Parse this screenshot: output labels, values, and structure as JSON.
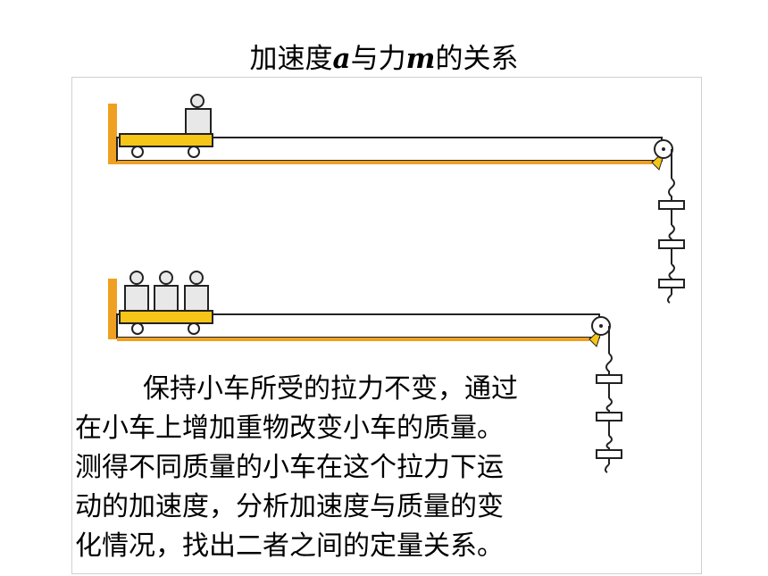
{
  "title": {
    "prefix": "加速度",
    "var_a": "a",
    "middle": "与力",
    "var_m": "m",
    "suffix": "的关系"
  },
  "description": {
    "lines": [
      "保持小车所受的拉力不变，通过",
      "在小车上增加重物改变小车的质量。",
      "测得不同质量的小车在这个拉力下运",
      "动的加速度，分析加速度与质量的变",
      "化情况，找出二者之间的定量关系。"
    ]
  },
  "setups": [
    {
      "name": "setup-top",
      "weights_on_cart": 1,
      "hanging_weights": 3
    },
    {
      "name": "setup-bottom",
      "weights_on_cart": 3,
      "hanging_weights": 3
    }
  ],
  "colors": {
    "cart": "#f5c518",
    "track_stop": "#f0a020",
    "track": "#ffffff",
    "outline": "#222222"
  }
}
